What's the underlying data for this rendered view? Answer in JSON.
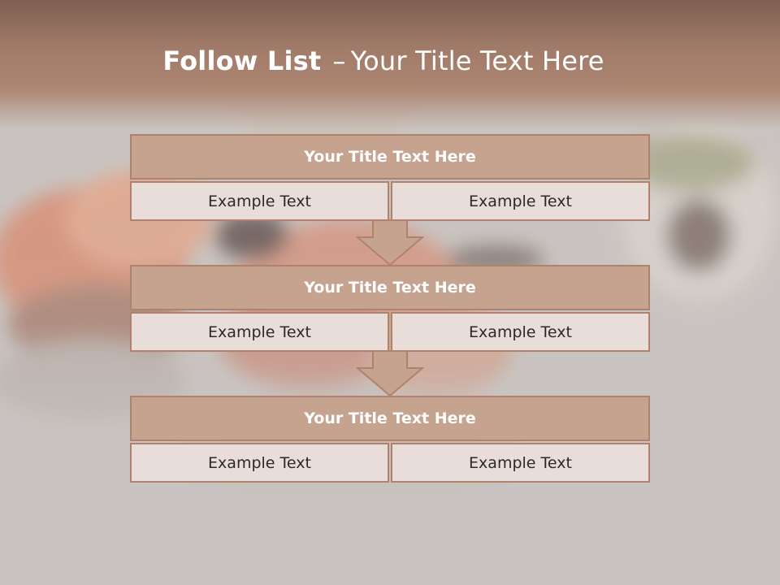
{
  "header": {
    "title_bold": "Follow List",
    "title_separator": "–",
    "title_rest": "Your Title Text Here"
  },
  "blocks": [
    {
      "title": "Your Title Text Here",
      "left": "Example Text",
      "right": "Example Text"
    },
    {
      "title": "Your Title Text Here",
      "left": "Example Text",
      "right": "Example Text"
    },
    {
      "title": "Your Title Text Here",
      "left": "Example Text",
      "right": "Example Text"
    }
  ],
  "colors": {
    "header": "#a07a68",
    "block_title_fill": "#c6a38f",
    "block_border": "#ae826d",
    "cell_fill": "#e8ddd8",
    "background": "#c9c4c1"
  },
  "background_image": "sushi-photo"
}
